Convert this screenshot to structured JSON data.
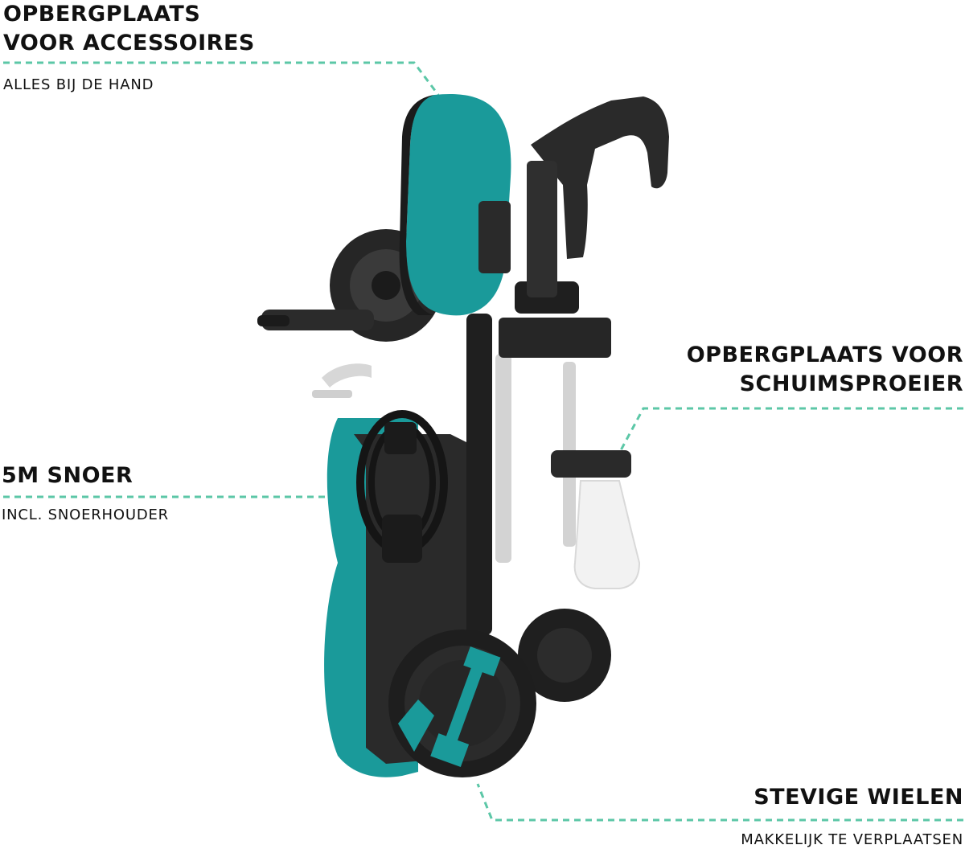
{
  "colors": {
    "accent": "#1a9a9a",
    "dark": "#1b1b1b",
    "dash": "#5cc7a7"
  },
  "callouts": {
    "accessories": {
      "title": "OPBERGPLAATS\nVOOR ACCESSOIRES",
      "subtitle": "ALLES BIJ DE HAND"
    },
    "foam": {
      "title": "OPBERGPLAATS VOOR\nSCHUIMSPROEIER"
    },
    "cord": {
      "title": "5M SNOER",
      "subtitle": "INCL. SNOERHOUDER"
    },
    "wheels": {
      "title": "STEVIGE WIELEN",
      "subtitle": "MAKKELIJK TE VERPLAATSEN"
    }
  }
}
